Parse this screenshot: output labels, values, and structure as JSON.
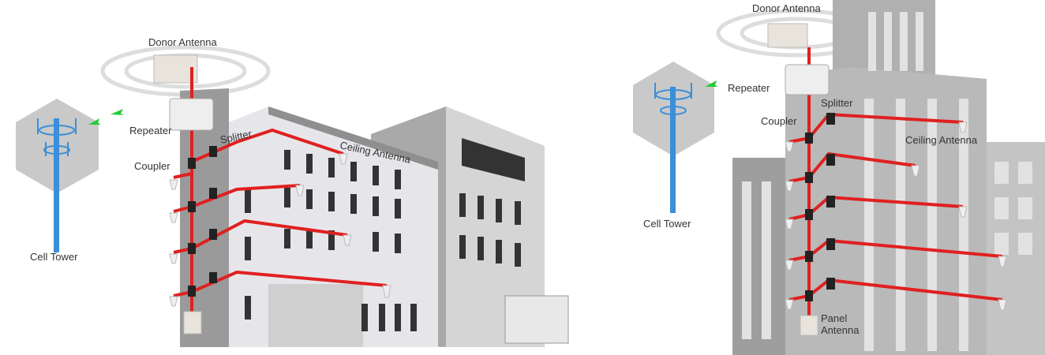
{
  "left_diagram": {
    "labels": {
      "donor_antenna": "Donor Antenna",
      "repeater": "Repeater",
      "splitter": "Splitter",
      "coupler": "Coupler",
      "ceiling_antenna": "Ceiling Antenna",
      "cell_tower": "Cell Tower"
    }
  },
  "right_diagram": {
    "labels": {
      "donor_antenna": "Donor Antenna",
      "repeater": "Repeater",
      "splitter": "Splitter",
      "coupler": "Coupler",
      "ceiling_antenna": "Ceiling Antenna",
      "cell_tower": "Cell Tower",
      "panel_antenna_line1": "Panel",
      "panel_antenna_line2": "Antenna"
    }
  },
  "colors": {
    "cable": "#e02020",
    "tower": "#3a8fd8",
    "signal": "#22cc33",
    "building": "#a8a8a8"
  }
}
